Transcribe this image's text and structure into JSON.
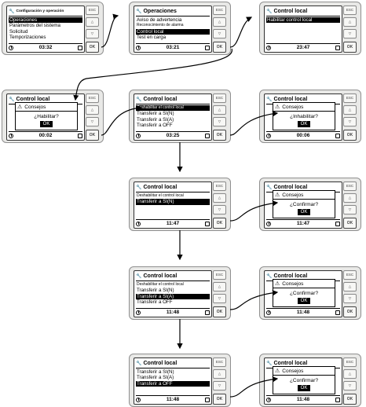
{
  "devices": [
    {
      "id": "d1",
      "title": "Configuración y operación",
      "title_small": true,
      "lines": [
        {
          "text": "Operaciones",
          "selected": true
        },
        {
          "text": "Parámetros del sistema",
          "selected": false
        },
        {
          "text": "Solicitud",
          "selected": false
        },
        {
          "text": "Temporizaciones",
          "selected": false
        }
      ],
      "time": "03:32"
    },
    {
      "id": "d2",
      "title": "Operaciones",
      "lines": [
        {
          "text": "Aviso de advertencia",
          "selected": false
        },
        {
          "text": "Reconocimiento de alarma",
          "selected": false,
          "small": true
        },
        {
          "text": "Control local",
          "selected": true
        },
        {
          "text": "Test en carga",
          "selected": false
        }
      ],
      "time": "03:21"
    },
    {
      "id": "d3",
      "title": "Control local",
      "lines": [
        {
          "text": "Habilitar control local",
          "selected": true
        }
      ],
      "time": "23:47"
    },
    {
      "id": "d4",
      "title": "Control local",
      "lines": [
        {
          "text": "",
          "selected": false
        }
      ],
      "time": "00:02",
      "dialog": {
        "header": "Consejos",
        "question": "¿Habilitar?",
        "ok": "OK"
      }
    },
    {
      "id": "d5",
      "title": "Control local",
      "lines": [
        {
          "text": "Deshabilitar el control local",
          "selected": true,
          "small": true
        },
        {
          "text": "Transferir a SI(N)",
          "selected": false
        },
        {
          "text": "Transferir a SI(A)",
          "selected": false
        },
        {
          "text": "Transferir a OFF",
          "selected": false
        }
      ],
      "time": "03:25"
    },
    {
      "id": "d6",
      "title": "Control local",
      "lines": [
        {
          "text": "",
          "selected": false
        }
      ],
      "time": "00:06",
      "dialog": {
        "header": "Consejos",
        "question": "¿Inhabilitar?",
        "ok": "OK"
      }
    },
    {
      "id": "d7",
      "title": "Control local",
      "lines": [
        {
          "text": "Deshabilitar el control local",
          "selected": false,
          "small": true
        },
        {
          "text": "Transferir a SI(N)",
          "selected": true
        }
      ],
      "time": "11:47"
    },
    {
      "id": "d8",
      "title": "Control local",
      "lines": [
        {
          "text": "",
          "selected": false
        }
      ],
      "time": "11:47",
      "dialog": {
        "header": "Consejos",
        "question": "¿Confirmar?",
        "ok": "OK"
      }
    },
    {
      "id": "d9",
      "title": "Control local",
      "lines": [
        {
          "text": "Deshabilitar el control local",
          "selected": false,
          "small": true
        },
        {
          "text": "Transferir a SI(N)",
          "selected": false
        },
        {
          "text": "Transferir a SI(A)",
          "selected": true
        },
        {
          "text": "Transferir a OFF",
          "selected": false
        }
      ],
      "time": "11:48"
    },
    {
      "id": "d10",
      "title": "Control local",
      "lines": [
        {
          "text": "",
          "selected": false
        }
      ],
      "time": "11:48",
      "dialog": {
        "header": "Consejos",
        "question": "¿Confirmar?",
        "ok": "OK"
      }
    },
    {
      "id": "d11",
      "title": "Control local",
      "lines": [
        {
          "text": "Transferir a SI(N)",
          "selected": false
        },
        {
          "text": "Transferir a SI(A)",
          "selected": false
        },
        {
          "text": "Transferir a OFF",
          "selected": true
        }
      ],
      "time": "11:48"
    },
    {
      "id": "d12",
      "title": "Control local",
      "lines": [
        {
          "text": "",
          "selected": false
        }
      ],
      "time": "11:48",
      "dialog": {
        "header": "Consejos",
        "question": "¿Confirmar?",
        "ok": "OK"
      }
    }
  ],
  "button_labels": {
    "esc": "ESC",
    "up": "△",
    "down": "▽",
    "ok": "OK"
  },
  "icons": {
    "title": "wrench-icon",
    "clock": "clock-icon",
    "mode": "mode-icon",
    "warning": "warning-icon"
  }
}
